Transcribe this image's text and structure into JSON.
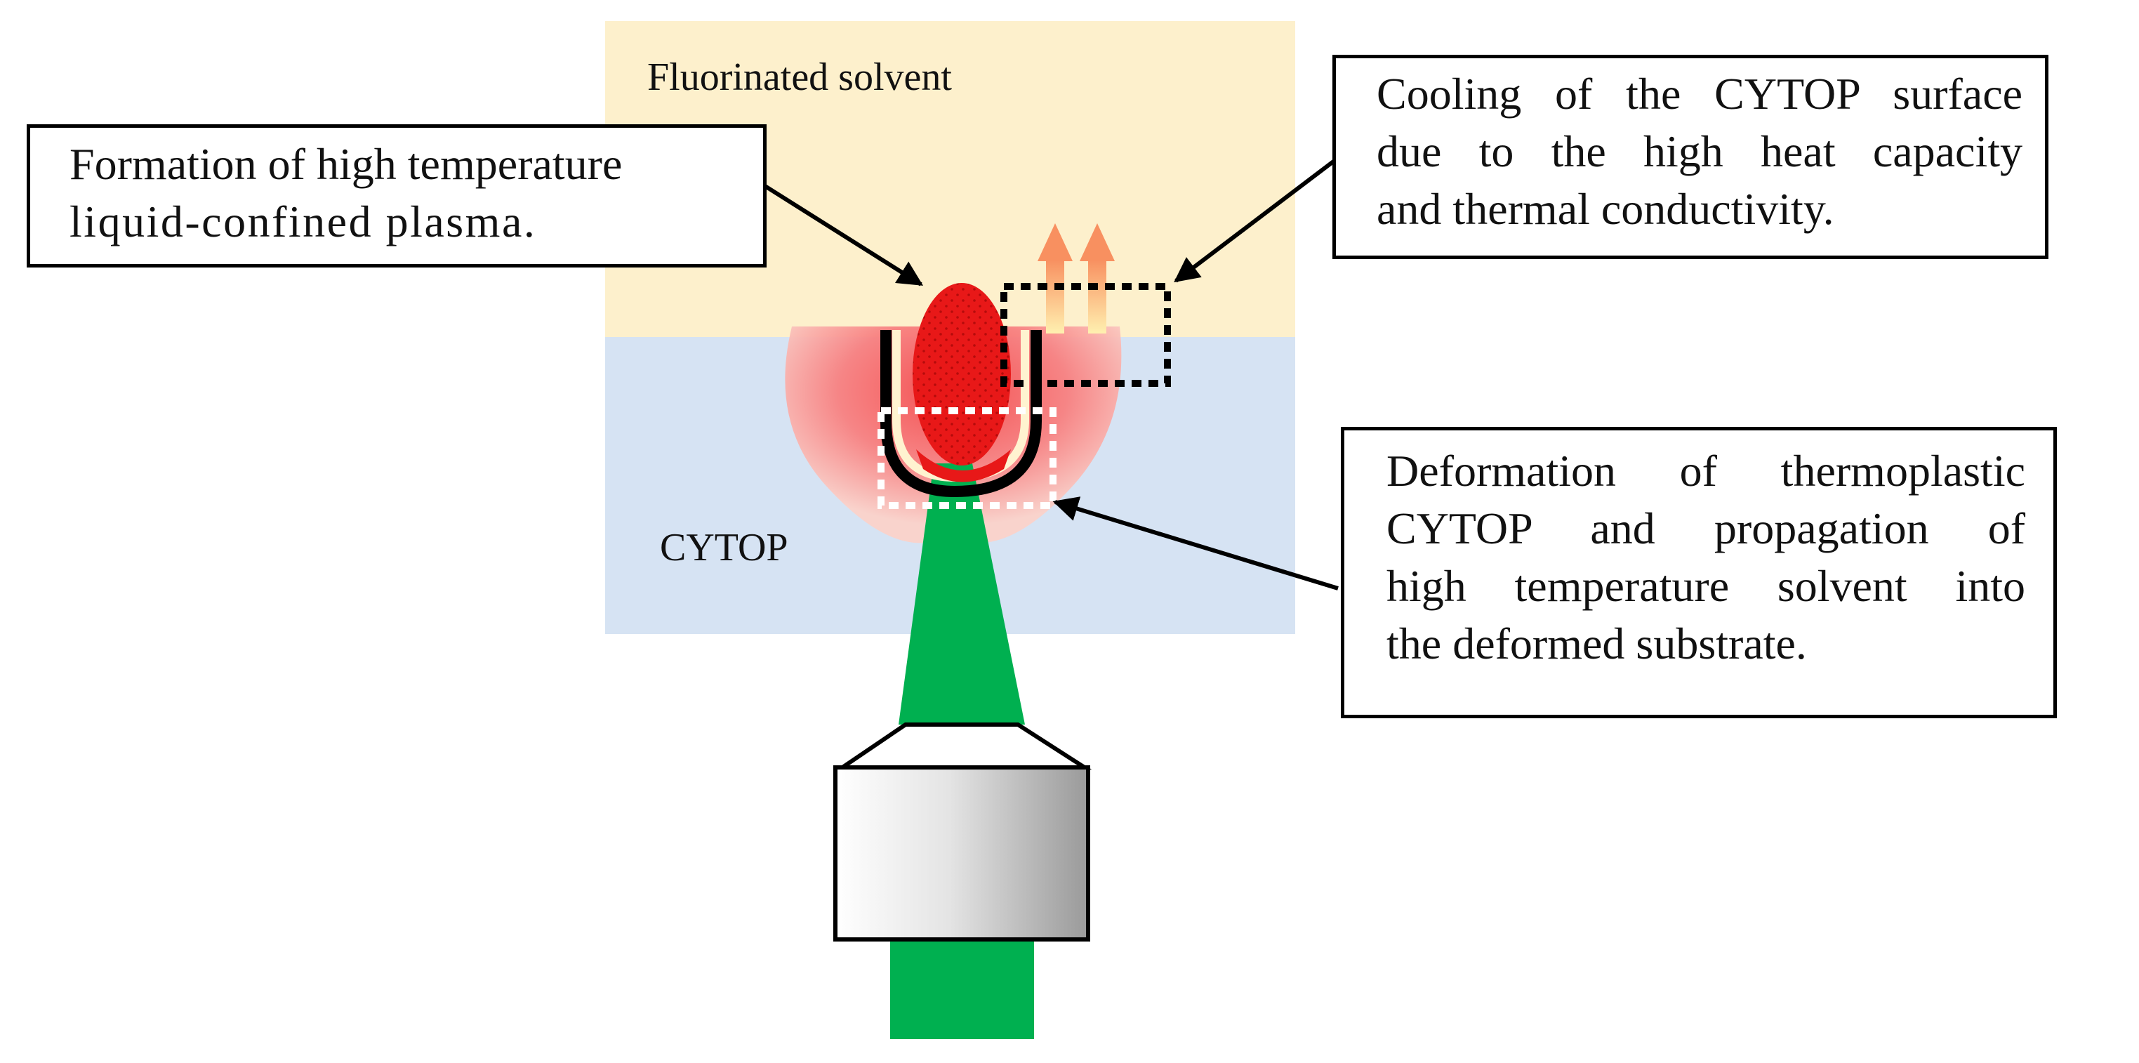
{
  "regions": {
    "solvent_label": "Fluorinated solvent",
    "cytop_label": "CYTOP"
  },
  "callouts": {
    "plasma": {
      "lines": [
        "Formation of high temperature",
        "liquid-confined plasma."
      ]
    },
    "cooling": {
      "lines": [
        "Cooling of the CYTOP surface",
        "due to the high heat capacity",
        "and thermal conductivity."
      ]
    },
    "deformation": {
      "lines": [
        "Deformation of thermoplastic",
        "CYTOP and propagation of",
        "high temperature solvent into",
        "the deformed substrate."
      ]
    }
  },
  "colors": {
    "solvent": "#fdf0cc",
    "cytop": "#d6e3f3",
    "laser": "#00b050",
    "plasma": "#e81818",
    "heat_zone": "#f87878",
    "heat_arrow": "#f8a070"
  }
}
